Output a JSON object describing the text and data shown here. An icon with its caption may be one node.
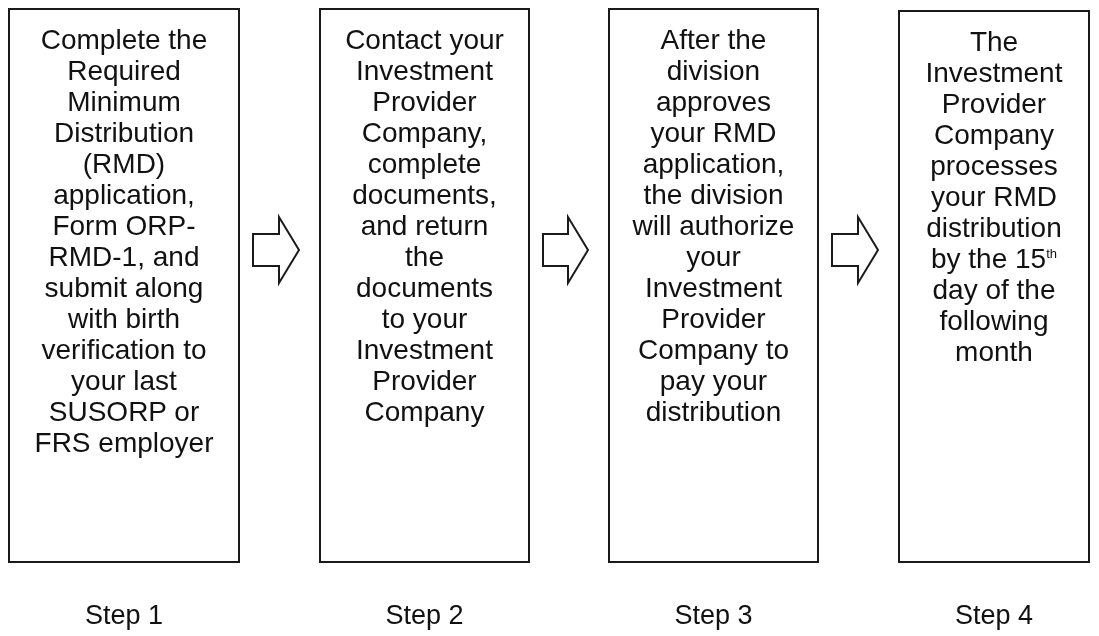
{
  "diagram": {
    "nodes": [
      {
        "text": [
          "Complete the Required Minimum Distribution (RMD) application, Form ORP-RMD-1, and submit along with birth verification to your last SUSORP or FRS employer"
        ],
        "beside": [
          "Step 1"
        ]
      },
      {
        "text": [
          "Contact your Investment Provider Company, complete documents, and return the documents to your Investment Provider Company"
        ],
        "beside": [
          "Step 2"
        ]
      },
      {
        "text": [
          "After the division approves your RMD application, the division will authorize your Investment Provider Company to pay your distribution"
        ],
        "beside": [
          "Step 3"
        ]
      },
      {
        "text": [
          "The Investment Provider Company processes your RMD distribution by the 15$^{th}$ day of the following month"
        ],
        "beside": [
          "Step 4"
        ]
      }
    ],
    "edges": [
      {
        "from": 0,
        "to": 1,
        "arrow": "to"
      },
      {
        "from": 1,
        "to": 2,
        "arrow": "to"
      },
      {
        "from": 2,
        "to": 3,
        "arrow": "to"
      }
    ]
  }
}
